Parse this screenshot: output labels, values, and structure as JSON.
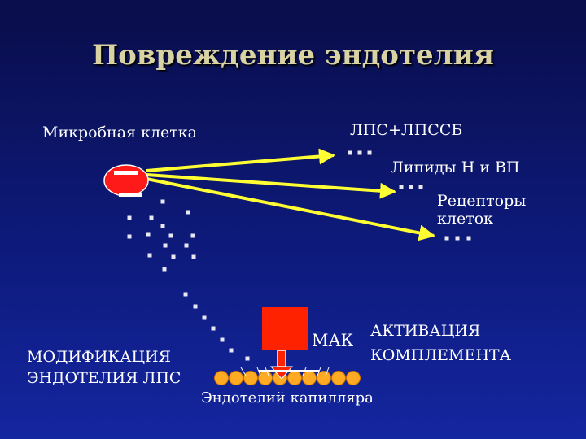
{
  "title": "Повреждение эндотелия",
  "labels": {
    "microbe_cell": "Микробная клетка",
    "lps_complex": "ЛПС+ЛПССБ",
    "lipids": "Липиды Н и ВП",
    "cell_receptors_line1": "Рецепторы",
    "cell_receptors_line2": "клеток",
    "mak": "МАК",
    "complement_activation_line1": "АКТИВАЦИЯ",
    "complement_activation_line2": "КОМПЛЕМЕНТА",
    "endothelium_modification_line1": "МОДИФИКАЦИЯ",
    "endothelium_modification_line2": "ЭНДОТЕЛИЯ ЛПС",
    "capillary_endothelium": "Эндотелий капилляра"
  },
  "colors": {
    "background": "#0d1a7a",
    "title": "#d9d3a3",
    "arrow": "#ffff33",
    "microbe_fill": "#ff1a1a",
    "mak_block": "#ff2200",
    "endothelial_cell": "#ffaa22",
    "label_text": "#ffffff"
  }
}
